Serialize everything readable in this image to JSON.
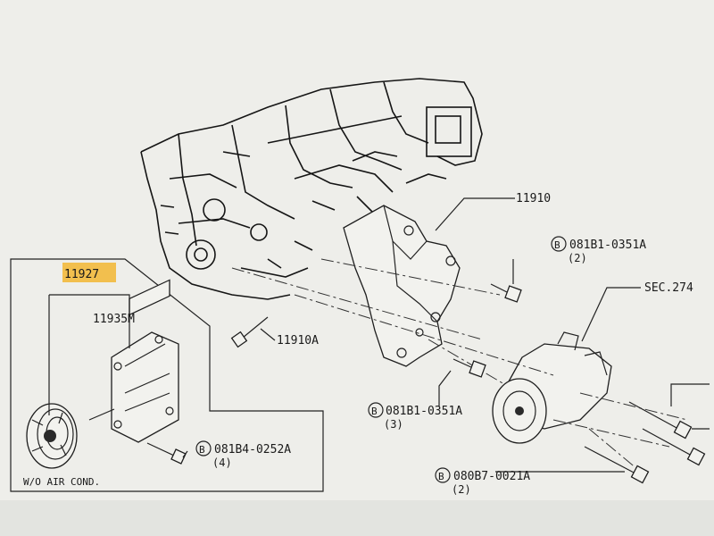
{
  "background_color": "#d9dcd7",
  "paper_color": "#f1f1ee",
  "ink_color": "#1a1a1a",
  "highlight_color": "#f2b632",
  "labels": {
    "bracket": "11910",
    "bracket_bolt": "11910A",
    "assembly_wo_ac": "11927",
    "idler_bracket": "11935M",
    "section_ref": "SEC.274",
    "note_wo_ac": "W/O AIR COND.",
    "bolt_top": {
      "code": "081B1-0351A",
      "qty": "(2)"
    },
    "bolt_mid": {
      "code": "081B1-0351A",
      "qty": "(3)"
    },
    "bolt_low_left": {
      "code": "081B4-0252A",
      "qty": "(4)"
    },
    "bolt_bottom": {
      "code": "080B7-0021A",
      "qty": "(2)"
    }
  },
  "bolt_marker": "B"
}
